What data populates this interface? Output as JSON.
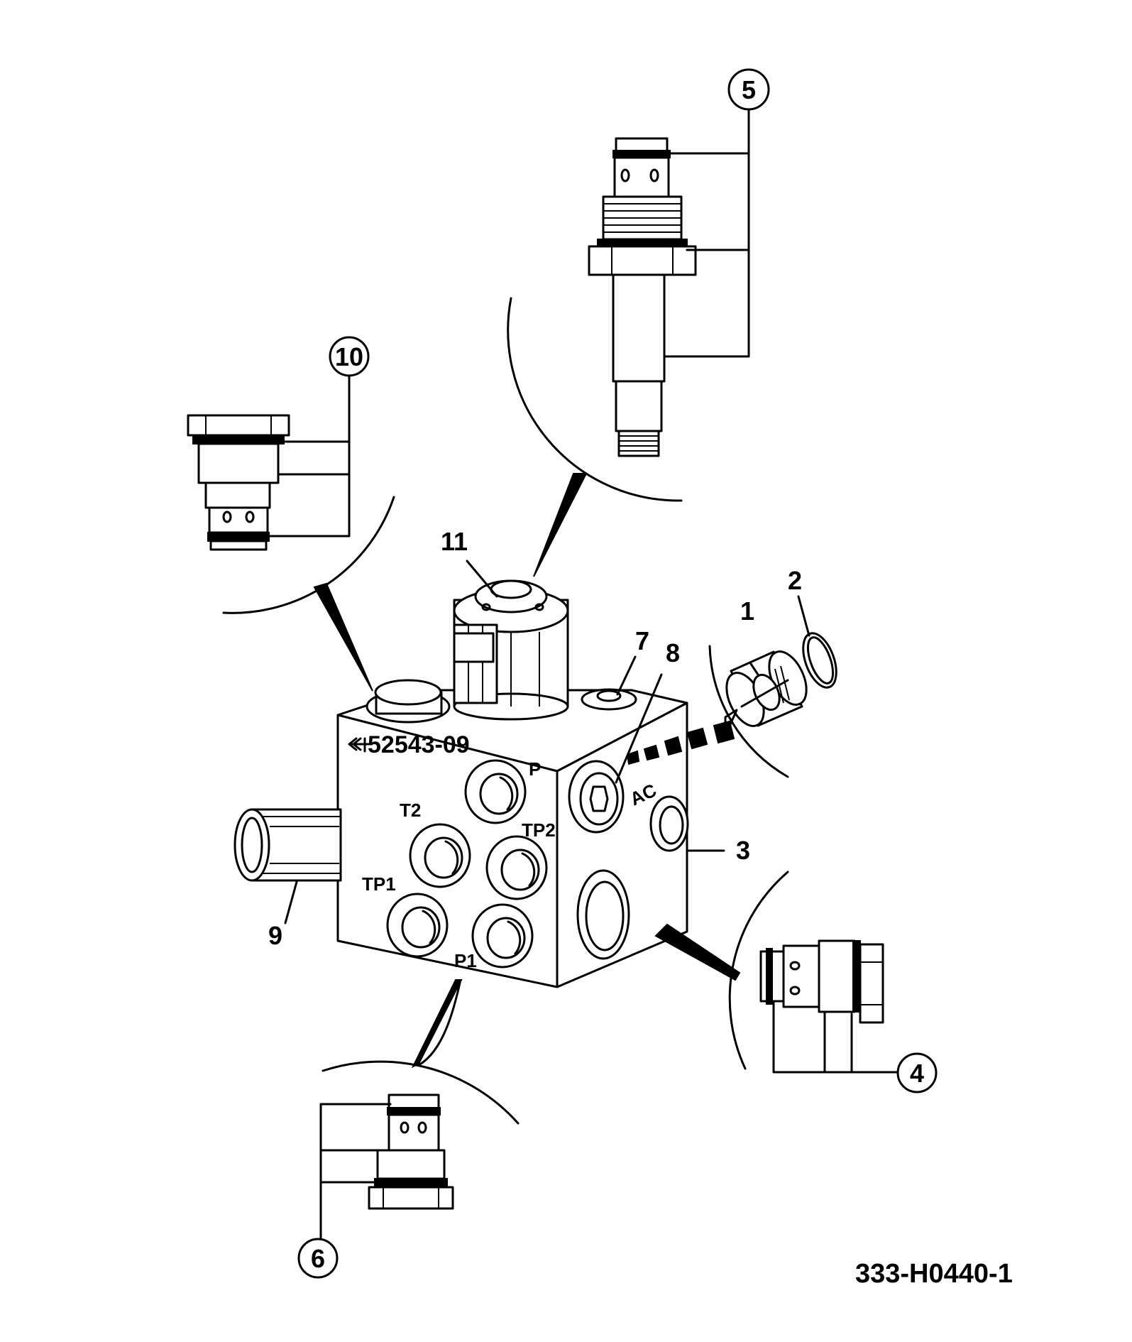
{
  "callouts": {
    "c1": "1",
    "c2": "2",
    "c3": "3",
    "c4": "4",
    "c5": "5",
    "c6": "6",
    "c7": "7",
    "c8": "8",
    "c9": "9",
    "c10": "10",
    "c11": "11"
  },
  "ports": {
    "p": "P",
    "t2": "T2",
    "tp2": "TP2",
    "tp1": "TP1",
    "p1": "P1",
    "ac": "AC"
  },
  "block_marking": "52543-09",
  "drawing_number": "333-H0440-1"
}
